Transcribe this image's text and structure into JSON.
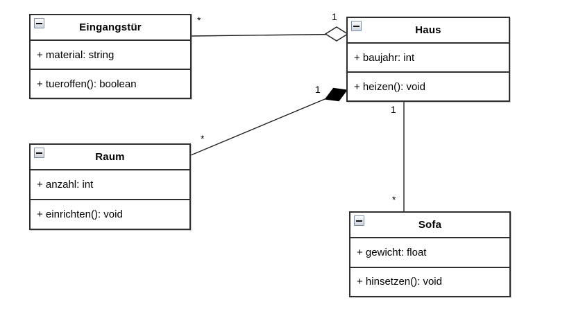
{
  "diagram": {
    "background_color": "#ffffff",
    "line_color": "#1f1f1f",
    "border_color": "#2f2f2f"
  },
  "classes": [
    {
      "id": "eingangstuer",
      "title": "Eingangstür",
      "attributes": [
        "+ material: string"
      ],
      "methods": [
        "+ tueroffen(): boolean"
      ],
      "collapse_icon": "minus-icon"
    },
    {
      "id": "haus",
      "title": "Haus",
      "attributes": [
        "+ baujahr: int"
      ],
      "methods": [
        "+ heizen(): void"
      ],
      "collapse_icon": "minus-icon"
    },
    {
      "id": "raum",
      "title": "Raum",
      "attributes": [
        "+ anzahl: int"
      ],
      "methods": [
        "+ einrichten(): void"
      ],
      "collapse_icon": "minus-icon"
    },
    {
      "id": "sofa",
      "title": "Sofa",
      "attributes": [
        "+ gewicht: float"
      ],
      "methods": [
        "+ hinsetzen(): void"
      ],
      "collapse_icon": "minus-icon"
    }
  ],
  "relations": [
    {
      "type": "aggregation",
      "source": "Eingangstür",
      "target": "Haus",
      "source_label": "*",
      "target_label": "1"
    },
    {
      "type": "composition",
      "source": "Raum",
      "target": "Haus",
      "source_label": "*",
      "target_label": "1"
    },
    {
      "type": "association",
      "source": "Haus",
      "target": "Sofa",
      "source_label": "1",
      "target_label": "*"
    }
  ]
}
